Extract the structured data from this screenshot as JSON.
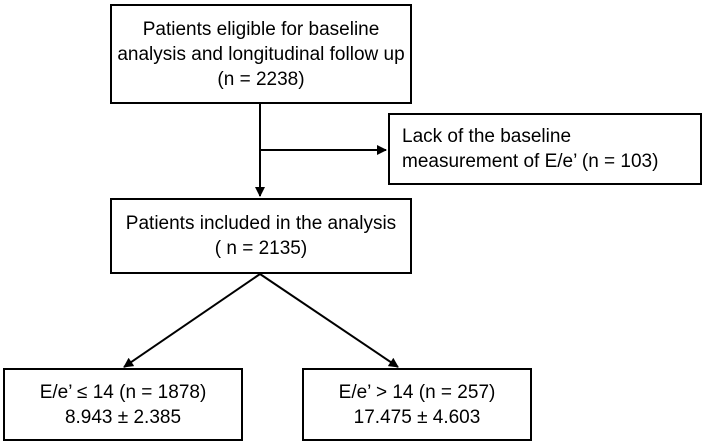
{
  "boxes": {
    "eligible": {
      "lines": [
        "Patients eligible for baseline",
        "analysis and longitudinal follow up",
        "(n = 2238)"
      ]
    },
    "excluded": {
      "lines": [
        "Lack of the baseline",
        "measurement of E/e’ (n = 103)"
      ]
    },
    "included": {
      "lines": [
        "Patients included in the analysis",
        "( n = 2135)"
      ]
    },
    "low_group": {
      "lines": [
        "E/e’ ≤ 14 (n = 1878)",
        "8.943 ± 2.385"
      ]
    },
    "high_group": {
      "lines": [
        "E/e’ > 14 (n = 257)",
        "17.475 ± 4.603"
      ]
    }
  }
}
